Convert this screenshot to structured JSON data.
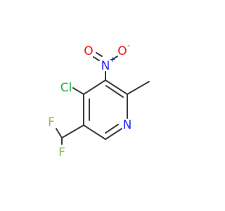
{
  "molecule": {
    "atoms": {
      "chlorine": "Cl",
      "nitro_nitrogen": "N",
      "nitro_oxygen_double": "O",
      "nitro_oxygen_single": "O",
      "ring_nitrogen": "N",
      "fluorine_top": "F",
      "fluorine_bottom": "F"
    },
    "charges": {
      "nitro_nitrogen": "+",
      "nitro_oxygen_single": "-"
    }
  },
  "colors": {
    "bond": "#3a3a3a",
    "carbon": "#3a3a3a",
    "chlorine": "#22b14c",
    "nitrogen": "#2424ff",
    "oxygen": "#ff0d0d",
    "fluorine": "#90c04a"
  }
}
